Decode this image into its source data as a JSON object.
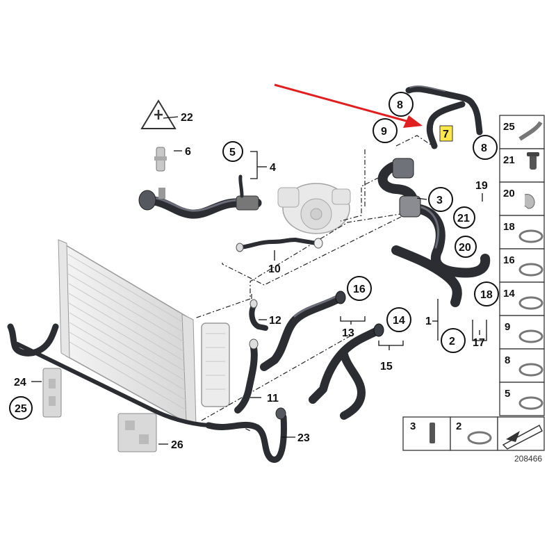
{
  "callouts": {
    "c1": "1",
    "c2": "2",
    "c3": "3",
    "c4": "4",
    "c5": "5",
    "c6": "6",
    "c7": "7",
    "c8a": "8",
    "c8b": "8",
    "c9": "9",
    "c10": "10",
    "c11": "11",
    "c12": "12",
    "c13": "13",
    "c14": "14",
    "c15": "15",
    "c16": "16",
    "c17": "17",
    "c18": "18",
    "c19": "19",
    "c20": "20",
    "c21": "21",
    "c22": "22",
    "c23": "23",
    "c24": "24",
    "c25": "25",
    "c26": "26"
  },
  "side_panel": [
    "25",
    "21",
    "20",
    "18",
    "16",
    "14",
    "9",
    "8",
    "5"
  ],
  "bottom_panel": [
    "3",
    "2"
  ],
  "reference_number": "208466",
  "colors": {
    "arrow": "#e02020",
    "highlight": "#ffe84a",
    "hose": "#2b2d33"
  }
}
